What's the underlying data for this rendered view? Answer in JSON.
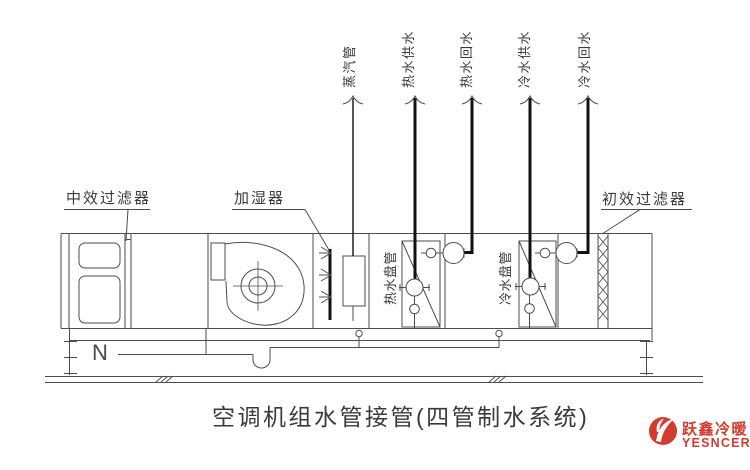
{
  "title": "空调机组水管接管(四管制水系统)",
  "pipe_labels": {
    "steam": "蒸汽管",
    "hot_supply": "热水供水",
    "hot_return": "热水回水",
    "cold_supply": "冷水供水",
    "cold_return": "冷水回水"
  },
  "component_labels": {
    "medium_filter": "中效过滤器",
    "humidifier": "加湿器",
    "prefilter": "初效过滤器",
    "hot_coil": "热水盘管",
    "cold_coil": "冷水盘管",
    "drain": "N"
  },
  "logo": {
    "name": "跃鑫冷暖",
    "latin": "YESNCER",
    "color": "#d23b2e"
  },
  "colors": {
    "thin_line": "#4d4d4d",
    "pipe": "#111111",
    "text": "#3a3a3a",
    "background": "#ffffff"
  }
}
